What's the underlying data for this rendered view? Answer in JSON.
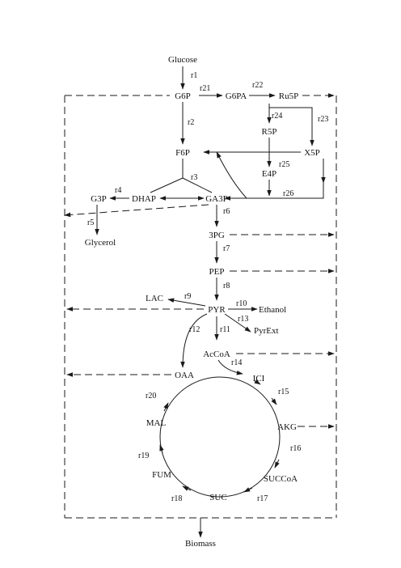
{
  "metabolites": {
    "glucose": "Glucose",
    "g6p": "G6P",
    "g6pa": "G6PA",
    "ru5p": "Ru5P",
    "r5p": "R5P",
    "x5p": "X5P",
    "f6p": "F6P",
    "e4p": "E4P",
    "g3p": "G3P",
    "dhap": "DHAP",
    "ga3p": "GA3P",
    "glycerol": "Glycerol",
    "pg3": "3PG",
    "pep": "PEP",
    "lac": "LAC",
    "pyr": "PYR",
    "ethanol": "Ethanol",
    "pyrext": "PyrExt",
    "accoa": "AcCoA",
    "oaa": "OAA",
    "ici": "ICI",
    "akg": "AKG",
    "mal": "MAL",
    "succoa": "SUCCoA",
    "fum": "FUM",
    "suc": "SUC",
    "biomass": "Biomass"
  },
  "reactions": {
    "r1": "r1",
    "r2": "r2",
    "r3": "r3",
    "r4": "r4",
    "r5": "r5",
    "r6": "r6",
    "r7": "r7",
    "r8": "r8",
    "r9": "r9",
    "r10": "r10",
    "r11": "r11",
    "r12": "r12",
    "r13": "r13",
    "r14": "r14",
    "r15": "r15",
    "r16": "r16",
    "r17": "r17",
    "r18": "r18",
    "r19": "r19",
    "r20": "r20",
    "r21": "r21",
    "r22": "r22",
    "r23": "r23",
    "r24": "r24",
    "r25": "r25",
    "r26": "r26"
  }
}
